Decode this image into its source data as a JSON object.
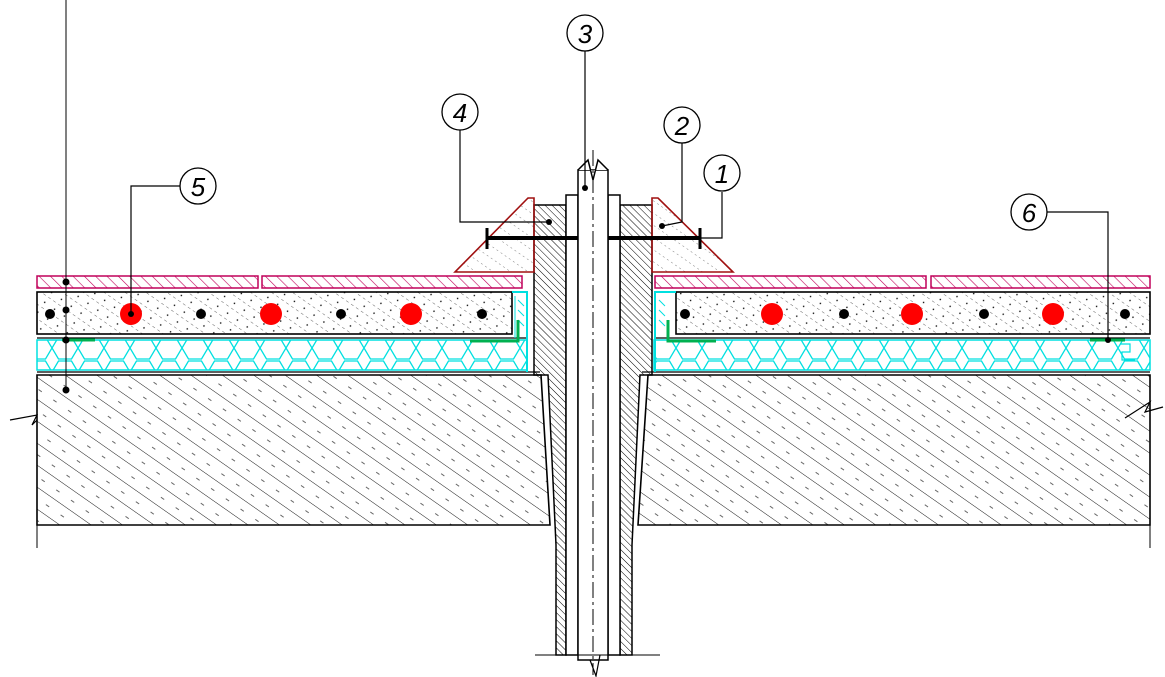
{
  "callouts": [
    {
      "id": "1",
      "label": "1",
      "meaning": "bolt"
    },
    {
      "id": "2",
      "label": "2",
      "meaning": "sealing-collar"
    },
    {
      "id": "3",
      "label": "3",
      "meaning": "pipe"
    },
    {
      "id": "4",
      "label": "4",
      "meaning": "sleeve"
    },
    {
      "id": "5",
      "label": "5",
      "meaning": "heating-pipe"
    },
    {
      "id": "6",
      "label": "6",
      "meaning": "edge-strip"
    }
  ],
  "colors": {
    "line": "#000000",
    "floor_covering": "#c0005a",
    "insulation": "#00e0e0",
    "heating_pipe": "#ff0000",
    "damp_proof": "#00b050",
    "collar": "#a01010"
  },
  "icons": [
    "callout-circle-icon",
    "break-line-icon",
    "centerline-icon"
  ]
}
